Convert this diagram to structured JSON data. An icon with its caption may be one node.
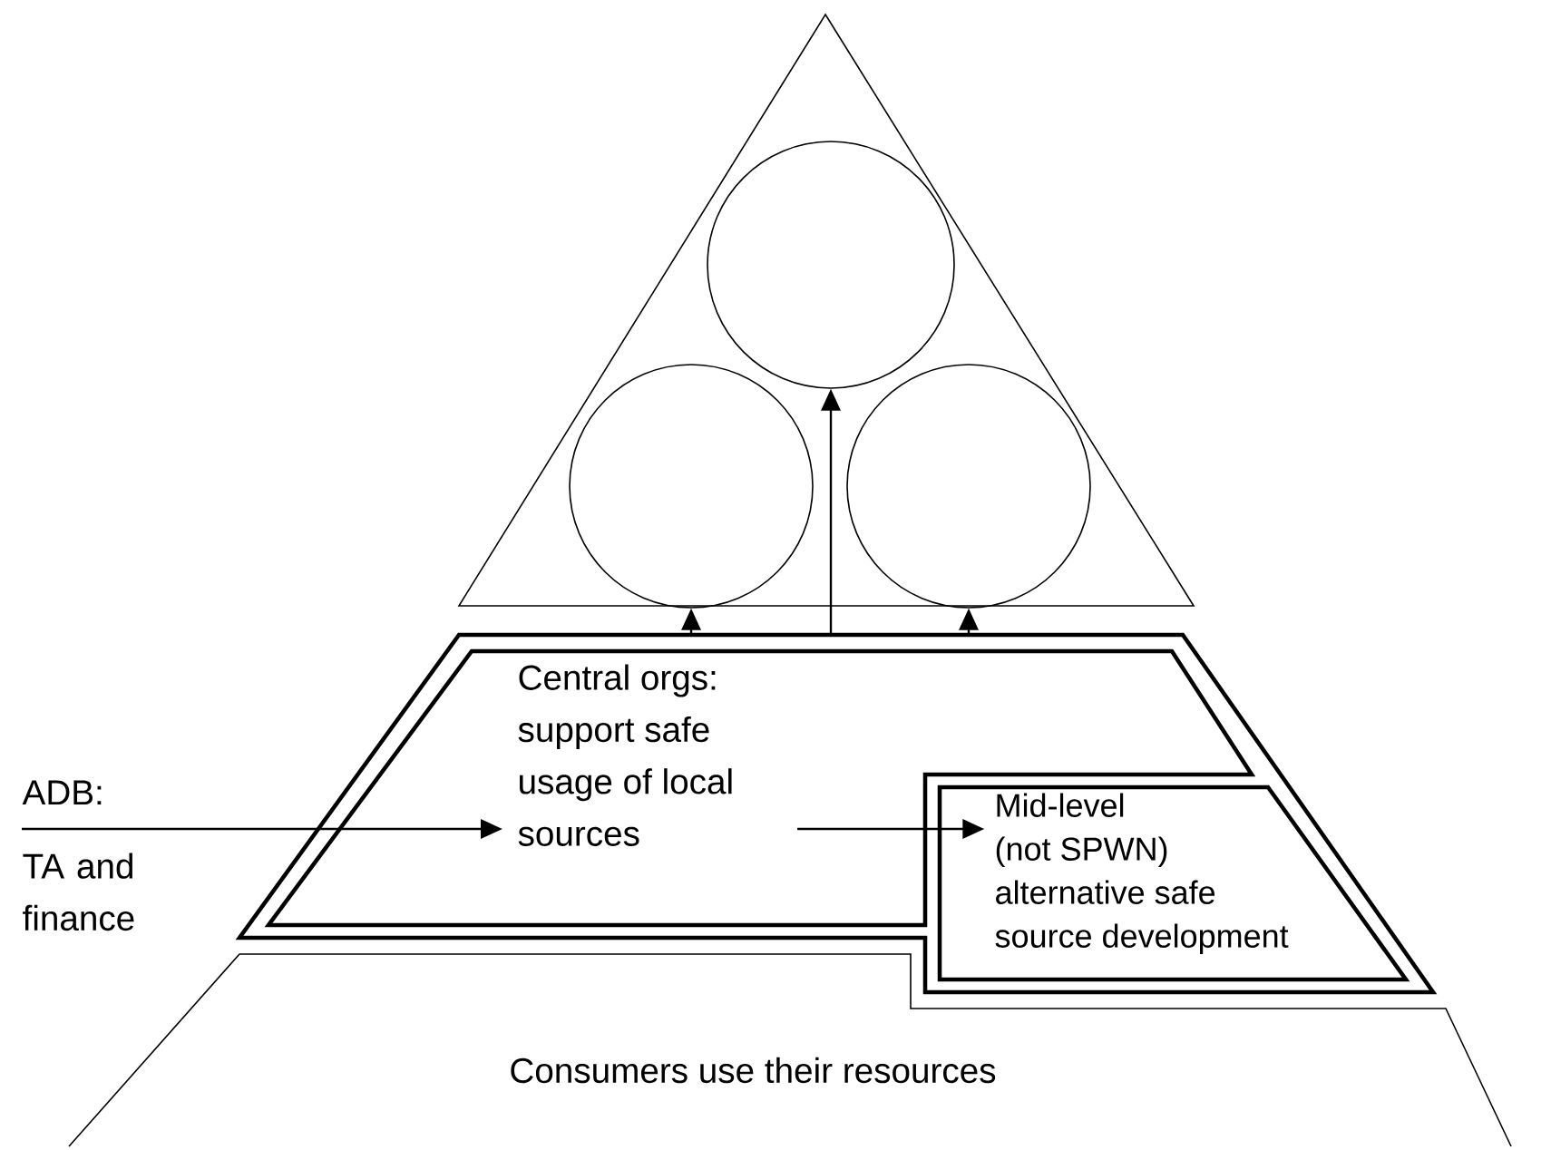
{
  "diagram": {
    "nodes": [
      {
        "text": [],
        "shape": "triangle"
      },
      {
        "text": [],
        "shape": "circle",
        "in": 0
      },
      {
        "text": [],
        "shape": "circle",
        "in": 0
      },
      {
        "text": [],
        "shape": "circle",
        "in": 0
      },
      {
        "text": [
          "Central orgs: support safe usage of local sources"
        ]
      },
      {
        "text": [
          "Mid-level (not SPWN) alternative safe source development"
        ],
        "in": 4
      },
      {
        "text": [
          "Consumers use their resources"
        ]
      },
      {
        "text": [
          "ADB:",
          "TA and finance"
        ]
      }
    ],
    "edges": [
      {
        "from": 4,
        "to": 2,
        "arrow": "to"
      },
      {
        "from": 4,
        "to": 1,
        "arrow": "to"
      },
      {
        "from": 4,
        "to": 3,
        "arrow": "to"
      },
      {
        "from": 7,
        "to": 4,
        "arrow": "to"
      },
      {
        "from": 4,
        "to": 5,
        "arrow": "to"
      }
    ]
  }
}
